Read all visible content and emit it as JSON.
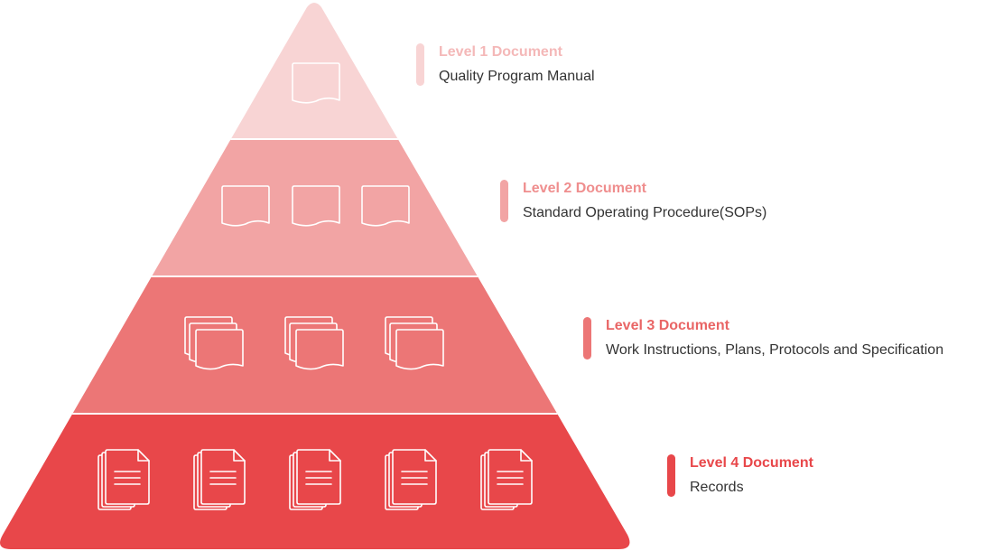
{
  "levels": [
    {
      "title": "Level 1 Document",
      "description": "Quality Program Manual",
      "color": "#f8d4d4",
      "title_color": "#f4b8b8",
      "icon": "document-icon",
      "icon_count": 1
    },
    {
      "title": "Level 2 Document",
      "description": "Standard Operating Procedure(SOPs)",
      "color": "#f2a4a4",
      "title_color": "#ef8e8e",
      "icon": "document-icon",
      "icon_count": 3
    },
    {
      "title": "Level 3 Document",
      "description": "Work Instructions, Plans, Protocols and Specification",
      "color": "#ec7676",
      "title_color": "#e96565",
      "icon": "document-stack-icon",
      "icon_count": 3
    },
    {
      "title": "Level 4 Document",
      "description": "Records",
      "color": "#e8474a",
      "title_color": "#e8474a",
      "icon": "record-file-icon",
      "icon_count": 5
    }
  ]
}
